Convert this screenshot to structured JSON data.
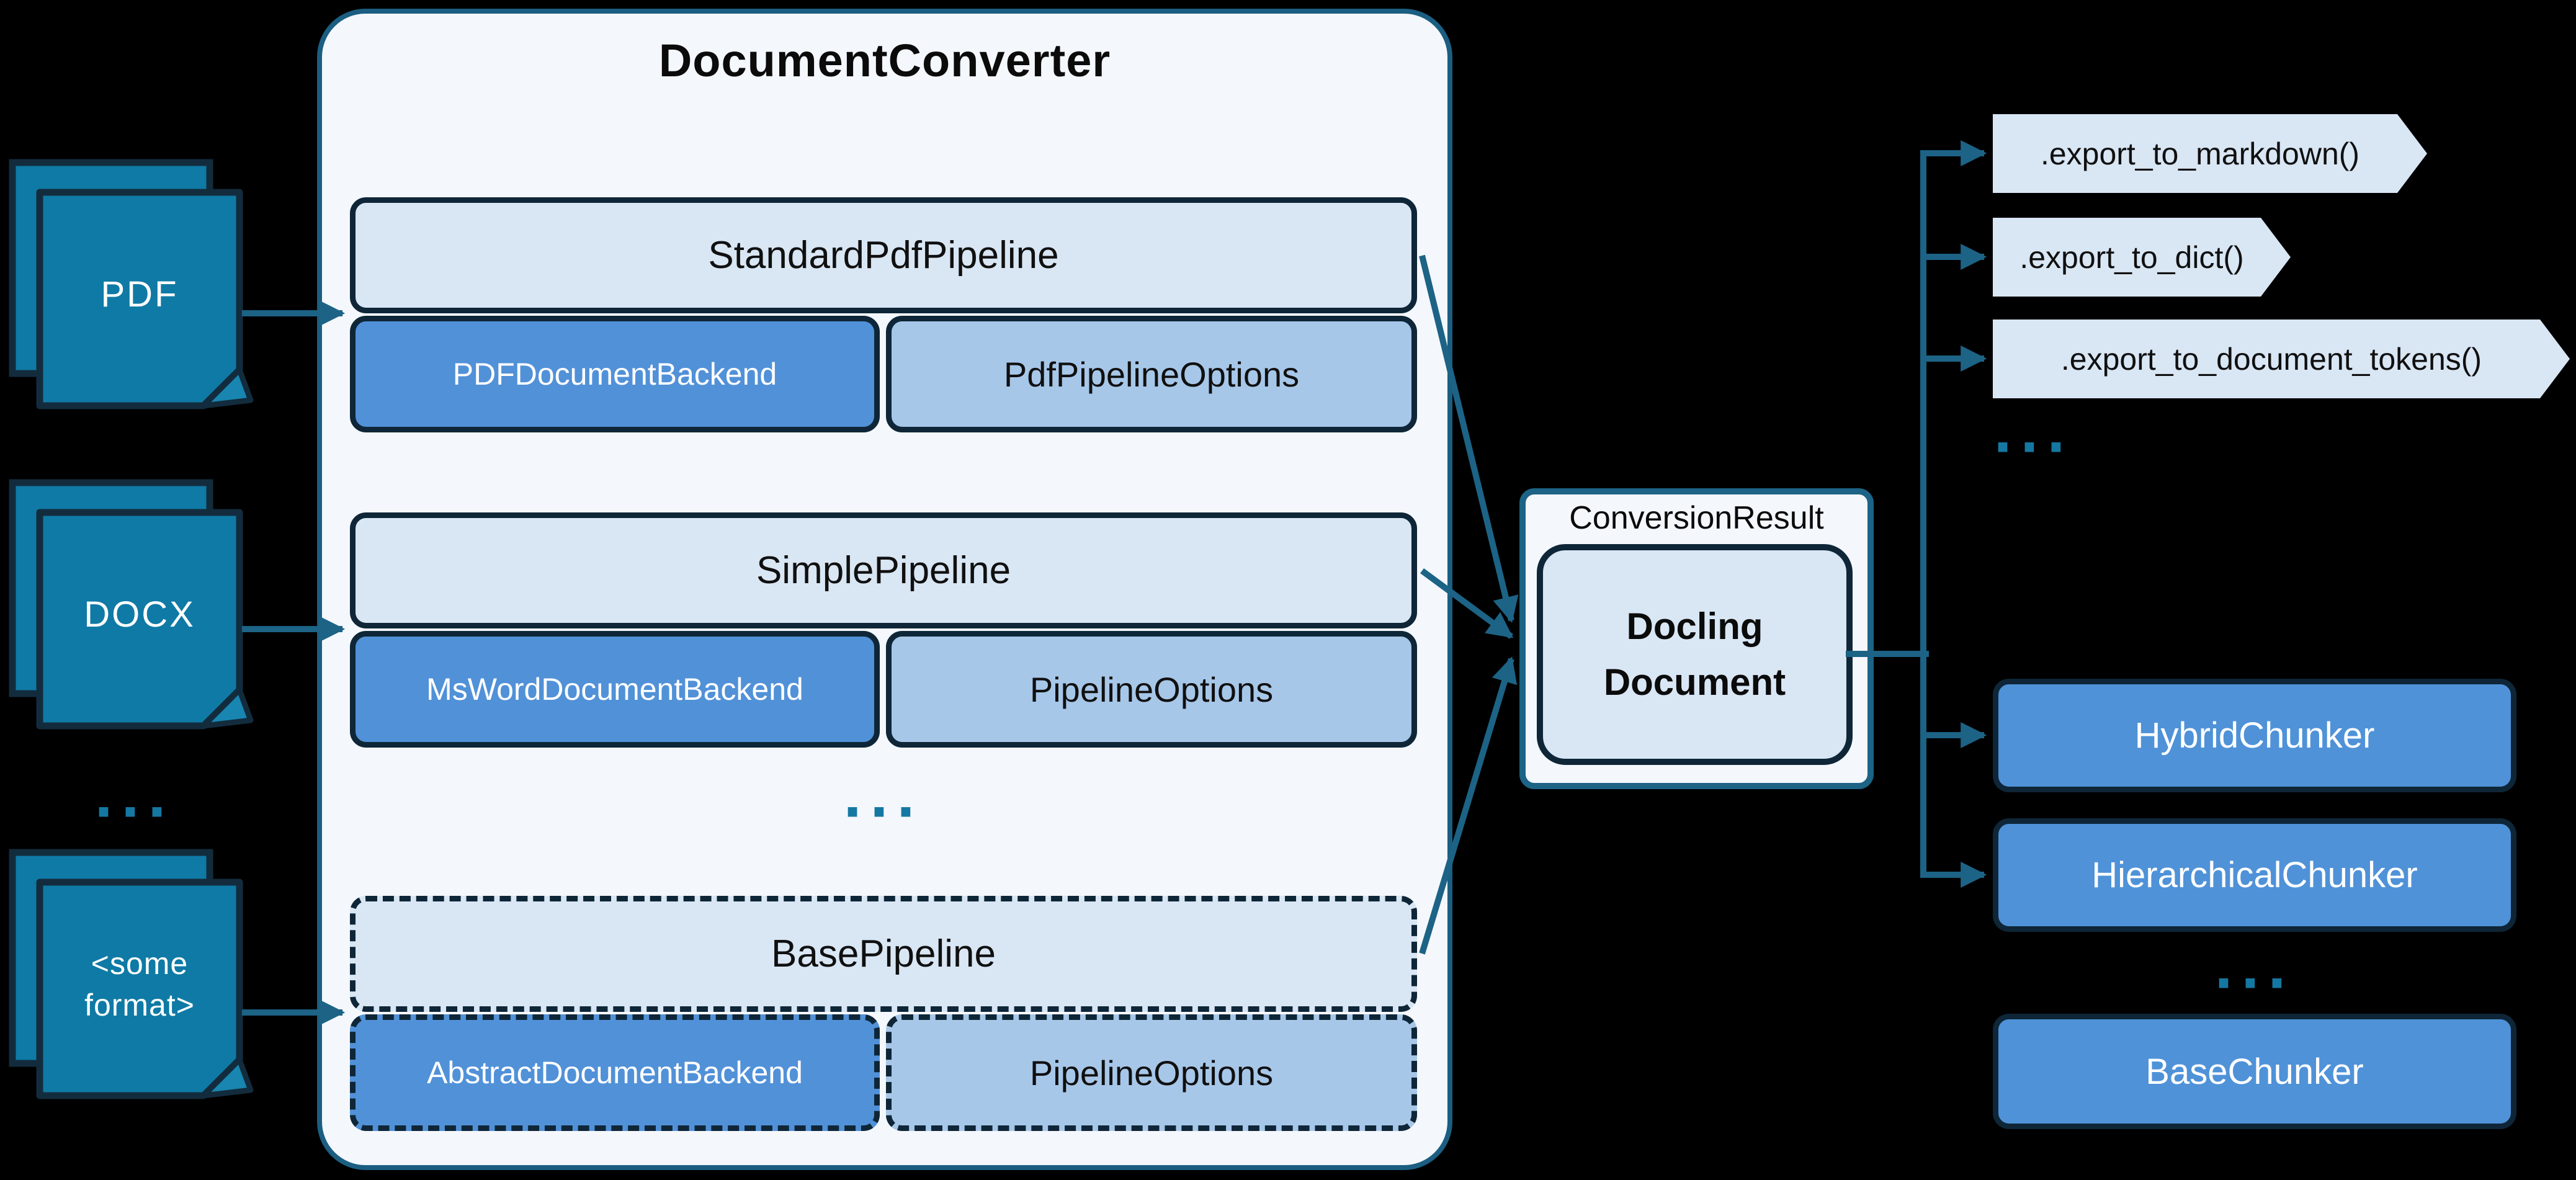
{
  "diagram": {
    "converter": {
      "title": "DocumentConverter",
      "pipelines": [
        {
          "name": "StandardPdfPipeline",
          "backend": "PDFDocumentBackend",
          "options": "PdfPipelineOptions"
        },
        {
          "name": "SimplePipeline",
          "backend": "MsWordDocumentBackend",
          "options": "PipelineOptions"
        },
        {
          "name": "BasePipeline",
          "backend": "AbstractDocumentBackend",
          "options": "PipelineOptions"
        }
      ],
      "ellipsis": "..."
    },
    "inputs": {
      "pdf": "PDF",
      "docx": "DOCX",
      "ellipsis": "...",
      "other": "<some format>"
    },
    "result": {
      "label": "ConversionResult",
      "document": "Docling Document"
    },
    "exports": {
      "items": [
        ".export_to_markdown()",
        ".export_to_dict()",
        ".export_to_document_tokens()"
      ],
      "ellipsis": "..."
    },
    "chunkers": {
      "items": [
        "HybridChunker",
        "HierarchicalChunker"
      ],
      "ellipsis": "...",
      "base": "BaseChunker"
    },
    "colors": {
      "container_border": "#1b5e82",
      "container_fill": "#f4f7fc",
      "box_light": "#d9e6f4",
      "box_medium": "#5191d8",
      "box_soft": "#a7c7e9",
      "chunker_fill": "#4f92d8",
      "document_fill": "#0f7aa5",
      "dark_border": "#0e2637",
      "line_teal": "#1c6386",
      "dots_teal": "#1578a2"
    }
  }
}
